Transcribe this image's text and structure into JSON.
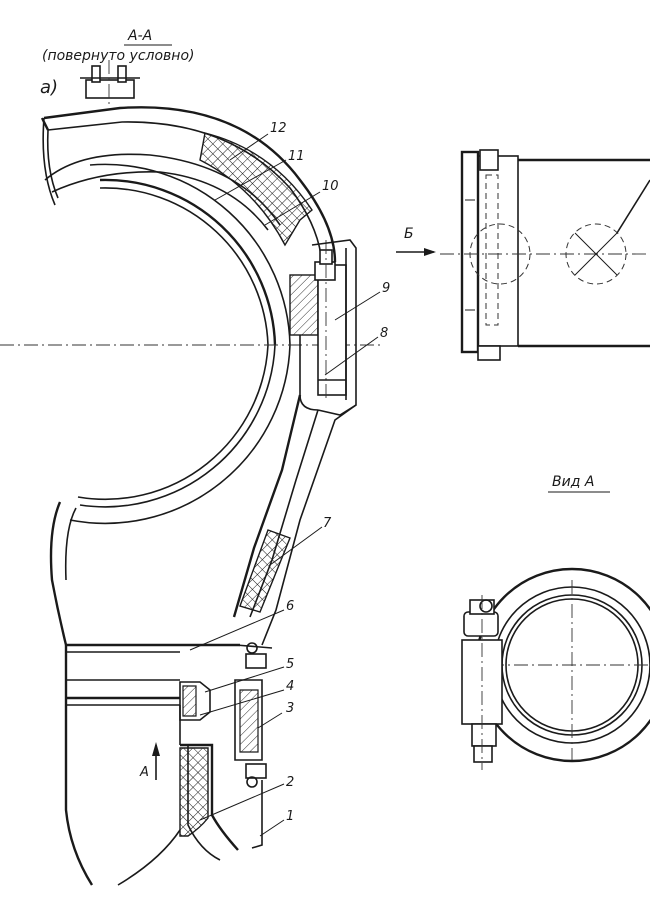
{
  "section": {
    "name": "А-А",
    "note": "(повернуто условно)",
    "view_letter": "а)"
  },
  "view_b_letter": "Б",
  "view_a_label": "Вид А",
  "arrow_a_letter": "А",
  "parts": [
    "1",
    "2",
    "3",
    "4",
    "5",
    "6",
    "7",
    "8",
    "9",
    "10",
    "11",
    "12"
  ]
}
